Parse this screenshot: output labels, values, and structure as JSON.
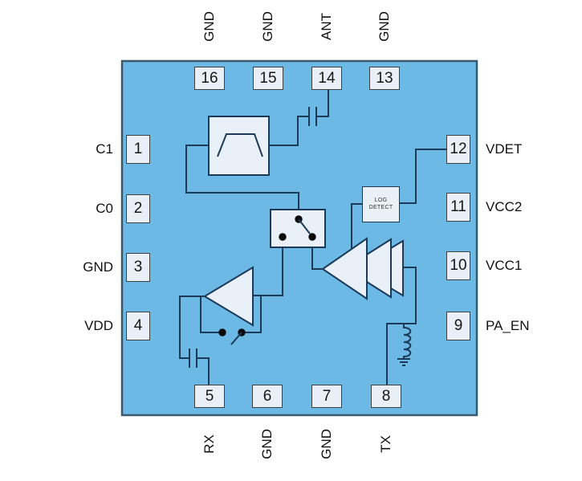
{
  "diagram": {
    "type": "functional-block-diagram",
    "pins": {
      "top": [
        {
          "number": "16",
          "label": "GND"
        },
        {
          "number": "15",
          "label": "GND"
        },
        {
          "number": "14",
          "label": "ANT"
        },
        {
          "number": "13",
          "label": "GND"
        }
      ],
      "right": [
        {
          "number": "12",
          "label": "VDET"
        },
        {
          "number": "11",
          "label": "VCC2"
        },
        {
          "number": "10",
          "label": "VCC1"
        },
        {
          "number": "9",
          "label": "PA_EN"
        }
      ],
      "bottom": [
        {
          "number": "5",
          "label": "RX"
        },
        {
          "number": "6",
          "label": "GND"
        },
        {
          "number": "7",
          "label": "GND"
        },
        {
          "number": "8",
          "label": "TX"
        }
      ],
      "left": [
        {
          "number": "1",
          "label": "C1"
        },
        {
          "number": "2",
          "label": "C0"
        },
        {
          "number": "3",
          "label": "GND"
        },
        {
          "number": "4",
          "label": "VDD"
        }
      ]
    },
    "blocks": {
      "log_detect_line1": "LOG",
      "log_detect_line2": "DETECT"
    },
    "colors": {
      "chip_fill": "#6CB9E6",
      "chip_border": "#3A586B",
      "wire": "#1C3A57",
      "block_fill": "#E9F0F8",
      "pin_fill": "#E9EFF7",
      "pin_border": "#3F3F3F",
      "text": "#161616",
      "background": "#FFFFFF"
    }
  }
}
